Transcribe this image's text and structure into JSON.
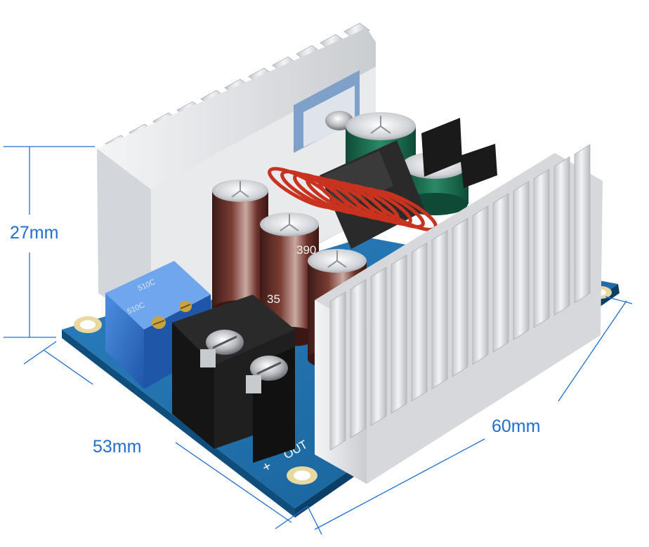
{
  "dimensions": {
    "height_label": "27mm",
    "depth_label": "53mm",
    "width_label": "60mm"
  },
  "board": {
    "output_marking": "OUT",
    "plus_marking": "+"
  },
  "capacitors": {
    "electrolytic_value": "390",
    "electrolytic_side": "35"
  },
  "potentiometers": {
    "top_marking": "510C",
    "bottom_marking": "510C"
  },
  "colors": {
    "dimension_lines": "#1f6fd1",
    "pcb": "#1e6fa8",
    "heatsink": "#e3e5e8",
    "coil_wire": "#c8321e",
    "potentiometer": "#2f6fc9",
    "terminal_block": "#1c1c1c",
    "green_capacitor": "#1d6a4f",
    "brown_capacitor": "#5b2a24"
  }
}
